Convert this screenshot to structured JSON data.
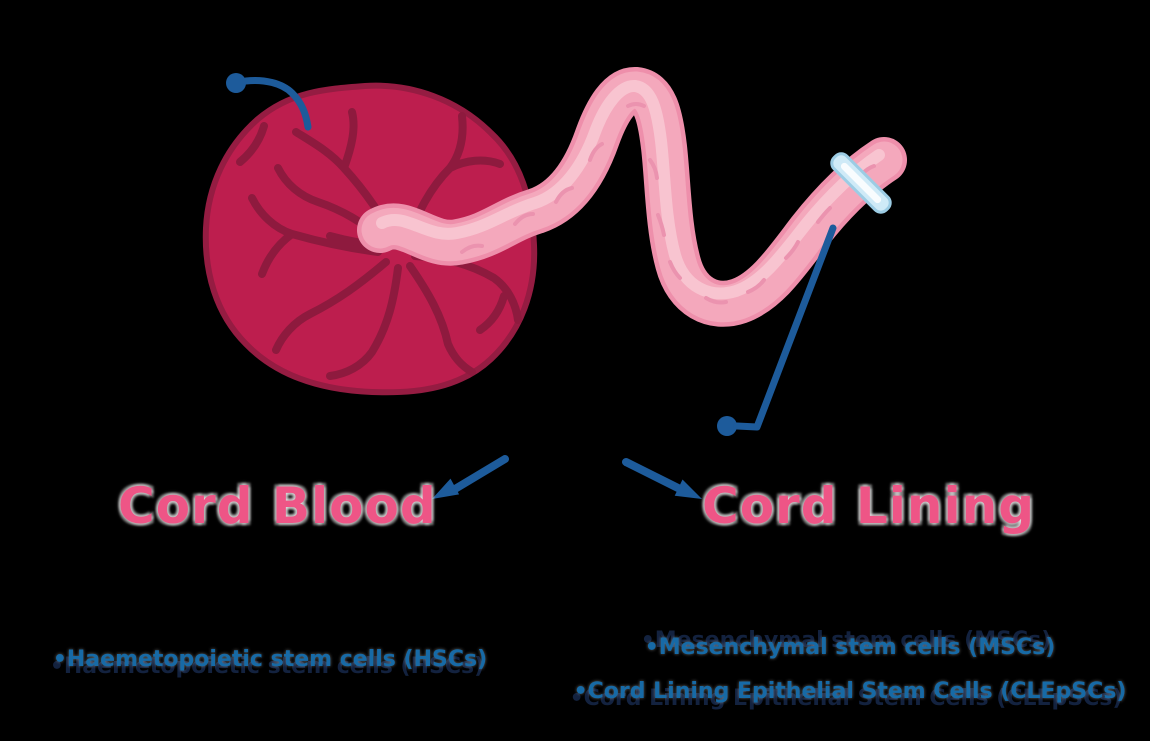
{
  "diagram": {
    "title_implicit": "Umbilical cord stem cell sources",
    "cord_blood": {
      "label": "Cord Blood",
      "bullets": [
        "•Haemetopoietic stem cells (HSCs)"
      ]
    },
    "cord_lining": {
      "label": "Cord Lining",
      "bullets": [
        "•Mesenchymal stem cells (MSCs)",
        "•Cord Lining Epithelial Stem Cells (CLEpSCs)"
      ]
    },
    "icons": {
      "pointer_dot_left": "pointer-dot-icon",
      "pointer_dot_right": "pointer-dot-icon",
      "clamp": "cord-clamp-icon",
      "arrow_left": "arrow-left-icon",
      "arrow_right": "arrow-right-icon"
    },
    "colors": {
      "background": "#000000",
      "label_pink": "#ee5586",
      "bullet_blue": "#176aa6",
      "pointer_blue": "#1d5b9b",
      "placenta_fill": "#bd1e4e",
      "placenta_vein": "#8e1a3e",
      "placenta_rim": "#951c42",
      "cord_fill": "#f4a8bc",
      "cord_outline": "#ee8fab",
      "cord_highlight": "#f8c6d2",
      "clamp_blue": "#cfeaf7",
      "clamp_edge": "#9ccce4"
    }
  }
}
